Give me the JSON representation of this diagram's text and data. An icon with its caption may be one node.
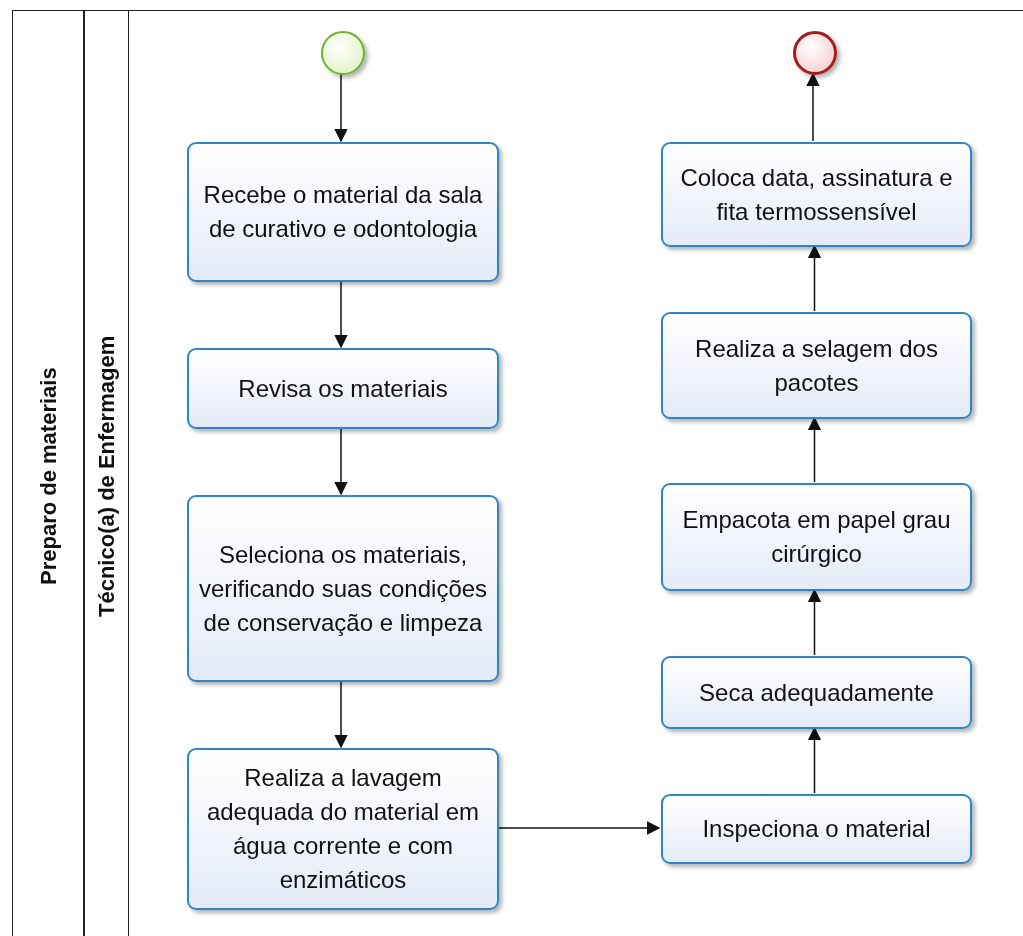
{
  "diagram": {
    "nodes": [
      {
        "text": [
          "Preparo de materiais"
        ]
      },
      {
        "text": [
          "Técnico(a) de Enfermagem"
        ],
        "in": 0
      },
      {
        "text": [],
        "shape": "circle",
        "in": 1
      },
      {
        "text": [],
        "shape": "circle",
        "in": 1
      },
      {
        "text": [
          "Recebe o material da sala de curativo e odontologia"
        ],
        "in": 1
      },
      {
        "text": [
          "Revisa os materiais"
        ],
        "in": 1
      },
      {
        "text": [
          "Seleciona os materiais, verificando suas condições de conservação e limpeza"
        ],
        "in": 1
      },
      {
        "text": [
          "Realiza a lavagem adequada do material em água corrente e com enzimáticos"
        ],
        "in": 1
      },
      {
        "text": [
          "Inspeciona o material"
        ],
        "in": 1
      },
      {
        "text": [
          "Seca adequadamente"
        ],
        "in": 1
      },
      {
        "text": [
          "Empacota em papel grau cirúrgico"
        ],
        "in": 1
      },
      {
        "text": [
          "Realiza a selagem dos pacotes"
        ],
        "in": 1
      },
      {
        "text": [
          "Coloca data, assinatura e fita termossensível"
        ],
        "in": 1
      }
    ],
    "edges": [
      {
        "from": 2,
        "to": 4,
        "arrow": "to"
      },
      {
        "from": 4,
        "to": 5,
        "arrow": "to"
      },
      {
        "from": 5,
        "to": 6,
        "arrow": "to"
      },
      {
        "from": 6,
        "to": 7,
        "arrow": "to"
      },
      {
        "from": 7,
        "to": 8,
        "arrow": "to"
      },
      {
        "from": 8,
        "to": 9,
        "arrow": "to"
      },
      {
        "from": 9,
        "to": 10,
        "arrow": "to"
      },
      {
        "from": 10,
        "to": 11,
        "arrow": "to"
      },
      {
        "from": 11,
        "to": 12,
        "arrow": "to"
      },
      {
        "from": 12,
        "to": 3,
        "arrow": "to"
      }
    ]
  }
}
